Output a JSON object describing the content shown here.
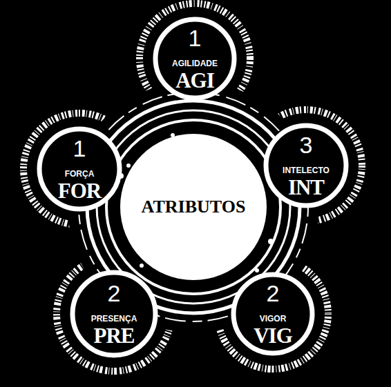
{
  "diagram": {
    "nodes": [
      {
        "text": [
          "1",
          "AGILIDADE",
          "AGI"
        ]
      },
      {
        "text": [
          "1",
          "FORÇA",
          "FOR"
        ]
      },
      {
        "text": [
          "3",
          "INTELECTO",
          "INT"
        ]
      },
      {
        "text": [
          "ATRIBUTOS"
        ]
      },
      {
        "text": [
          "2",
          "PRESENÇA",
          "PRE"
        ]
      },
      {
        "text": [
          "2",
          "VIGOR",
          "VIG"
        ]
      }
    ]
  }
}
